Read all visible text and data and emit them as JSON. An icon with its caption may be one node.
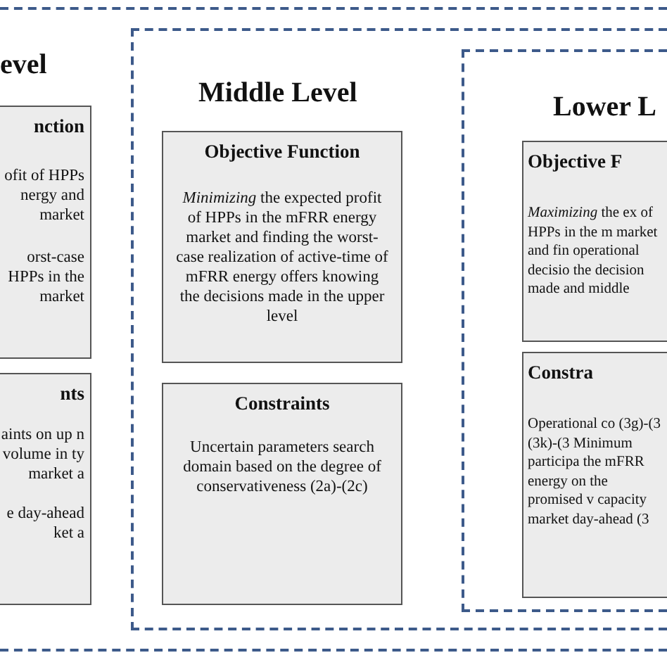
{
  "diagram": {
    "nodes": [
      {
        "text": [
          "evel"
        ]
      },
      {
        "text": [
          "nction",
          "ofit of HPPs nergy and market",
          "orst-case HPPs in the market"
        ],
        "in": 0
      },
      {
        "text": [
          "nts",
          "aints on up n volume in ty market a",
          "e day-ahead ket a"
        ],
        "in": 0
      },
      {
        "text": [
          "Middle Level"
        ],
        "in": 0
      },
      {
        "text": [
          "Objective Function",
          "*Minimizing* the expected profit of HPPs in the mFRR energy market and finding the worst-case realization of active-time of mFRR energy offers knowing the decisions made in the upper level"
        ],
        "in": 3
      },
      {
        "text": [
          "Constraints",
          "Uncertain parameters search domain based on the degree of conservativeness (2a)-(2c)"
        ],
        "in": 3
      },
      {
        "text": [
          "Lower L"
        ],
        "in": 3
      },
      {
        "text": [
          "Objective F",
          "*Maximizing* the ex of HPPs in the m market and fin operational decisio the decision made and middle"
        ],
        "in": 6
      },
      {
        "text": [
          "Constra",
          "Operational co (3g)-(3 (3k)-(3 Minimum participa the mFRR energy on the promised v capacity market day-ahead (3"
        ],
        "in": 6
      }
    ]
  }
}
